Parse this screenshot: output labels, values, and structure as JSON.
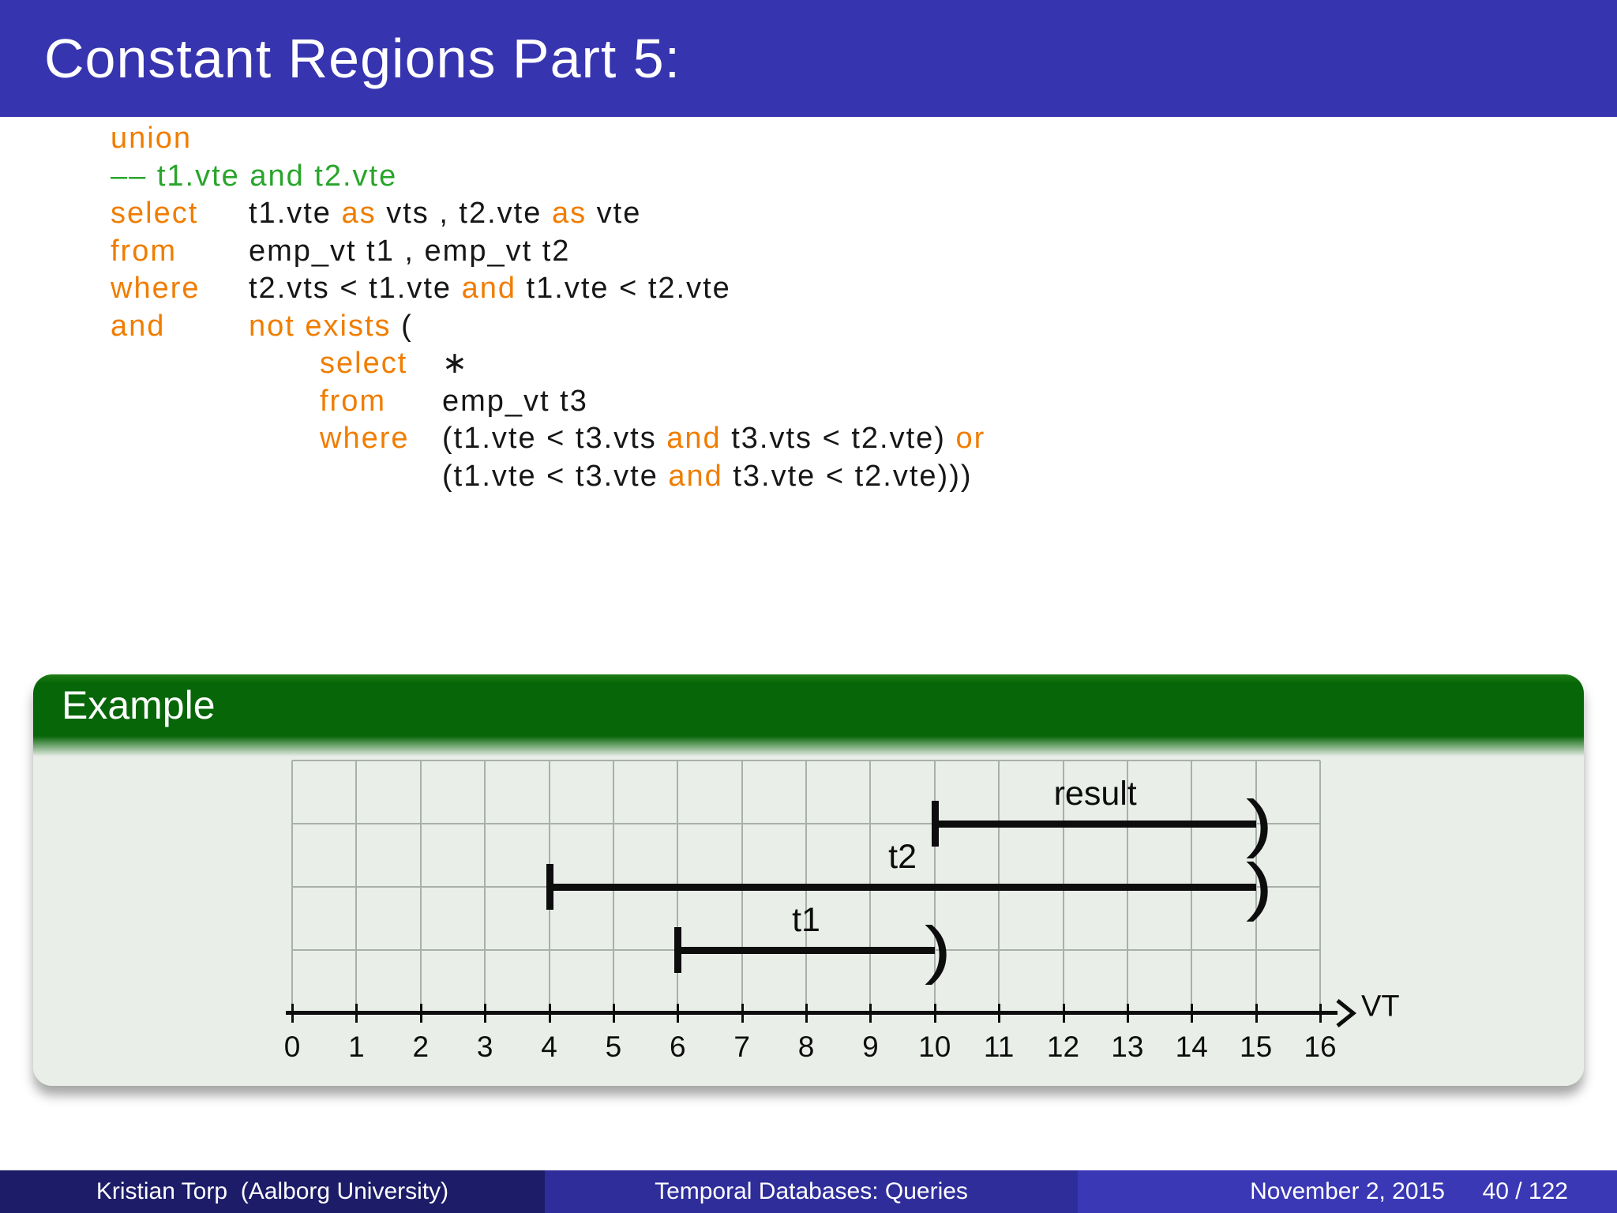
{
  "slide": {
    "title": "Constant Regions Part 5:",
    "colors": {
      "title_bar": "#3734b0",
      "keyword_orange": "#f07d00",
      "comment_green": "#28a52b",
      "example_green": "#076607",
      "example_body": "#e9eee8",
      "footer_author_bg": "#1d1c68",
      "footer_title_bg": "#2f2d9a",
      "footer_date_bg": "#3a38b5"
    }
  },
  "code": {
    "lines": [
      {
        "indent": 0,
        "keyword": null,
        "body": [
          {
            "text": "union",
            "style": "kw"
          }
        ]
      },
      {
        "indent": 0,
        "keyword": null,
        "body": [
          {
            "text": "–– t1.vte and t2.vte",
            "style": "cm"
          }
        ]
      },
      {
        "indent": 0,
        "keyword": "select",
        "body": [
          {
            "text": "t1.vte ",
            "style": "tx"
          },
          {
            "text": "as",
            "style": "kw"
          },
          {
            "text": " vts , t2.vte ",
            "style": "tx"
          },
          {
            "text": "as",
            "style": "kw"
          },
          {
            "text": " vte",
            "style": "tx"
          }
        ]
      },
      {
        "indent": 0,
        "keyword": "from",
        "body": [
          {
            "text": "emp_vt t1 , emp_vt t2",
            "style": "tx"
          }
        ]
      },
      {
        "indent": 0,
        "keyword": "where",
        "body": [
          {
            "text": "t2.vts < t1.vte ",
            "style": "tx"
          },
          {
            "text": "and",
            "style": "kw"
          },
          {
            "text": " t1.vte < t2.vte",
            "style": "tx"
          }
        ]
      },
      {
        "indent": 0,
        "keyword": "and",
        "body": [
          {
            "text": "not exists",
            "style": "kw"
          },
          {
            "text": " (",
            "style": "tx"
          }
        ]
      },
      {
        "indent": 1,
        "keyword": "select",
        "body": [
          {
            "text": "∗",
            "style": "tx"
          }
        ]
      },
      {
        "indent": 1,
        "keyword": "from",
        "body": [
          {
            "text": "emp_vt t3",
            "style": "tx"
          }
        ]
      },
      {
        "indent": 1,
        "keyword": "where",
        "body": [
          {
            "text": "(t1.vte < t3.vts ",
            "style": "tx"
          },
          {
            "text": "and",
            "style": "kw"
          },
          {
            "text": " t3.vts < t2.vte) ",
            "style": "tx"
          },
          {
            "text": "or",
            "style": "kw"
          }
        ]
      },
      {
        "indent": 1,
        "keyword": "",
        "body": [
          {
            "text": "(t1.vte < t3.vte ",
            "style": "tx"
          },
          {
            "text": "and",
            "style": "kw"
          },
          {
            "text": " t3.vte < t2.vte)))",
            "style": "tx"
          }
        ]
      }
    ]
  },
  "example": {
    "title": "Example"
  },
  "chart_data": {
    "type": "line",
    "subtype": "interval-timeline",
    "title": "",
    "xlabel": "VT",
    "ylabel": "",
    "xlim": [
      0,
      16
    ],
    "x_ticks": [
      0,
      1,
      2,
      3,
      4,
      5,
      6,
      7,
      8,
      9,
      10,
      11,
      12,
      13,
      14,
      15,
      16
    ],
    "grid": true,
    "rows_total": 4,
    "series": [
      {
        "name": "result",
        "start": 10,
        "end": 15,
        "row": 1,
        "start_marker": "closed-bar",
        "end_marker": "open-paren"
      },
      {
        "name": "t2",
        "start": 4,
        "end": 15,
        "row": 2,
        "start_marker": "closed-bar",
        "end_marker": "open-paren"
      },
      {
        "name": "t1",
        "start": 6,
        "end": 10,
        "row": 3,
        "start_marker": "closed-bar",
        "end_marker": "open-paren"
      }
    ]
  },
  "footer": {
    "author": "Kristian Torp  (Aalborg University)",
    "deck_title": "Temporal Databases: Queries",
    "date": "November 2, 2015",
    "page": "40 / 122"
  }
}
